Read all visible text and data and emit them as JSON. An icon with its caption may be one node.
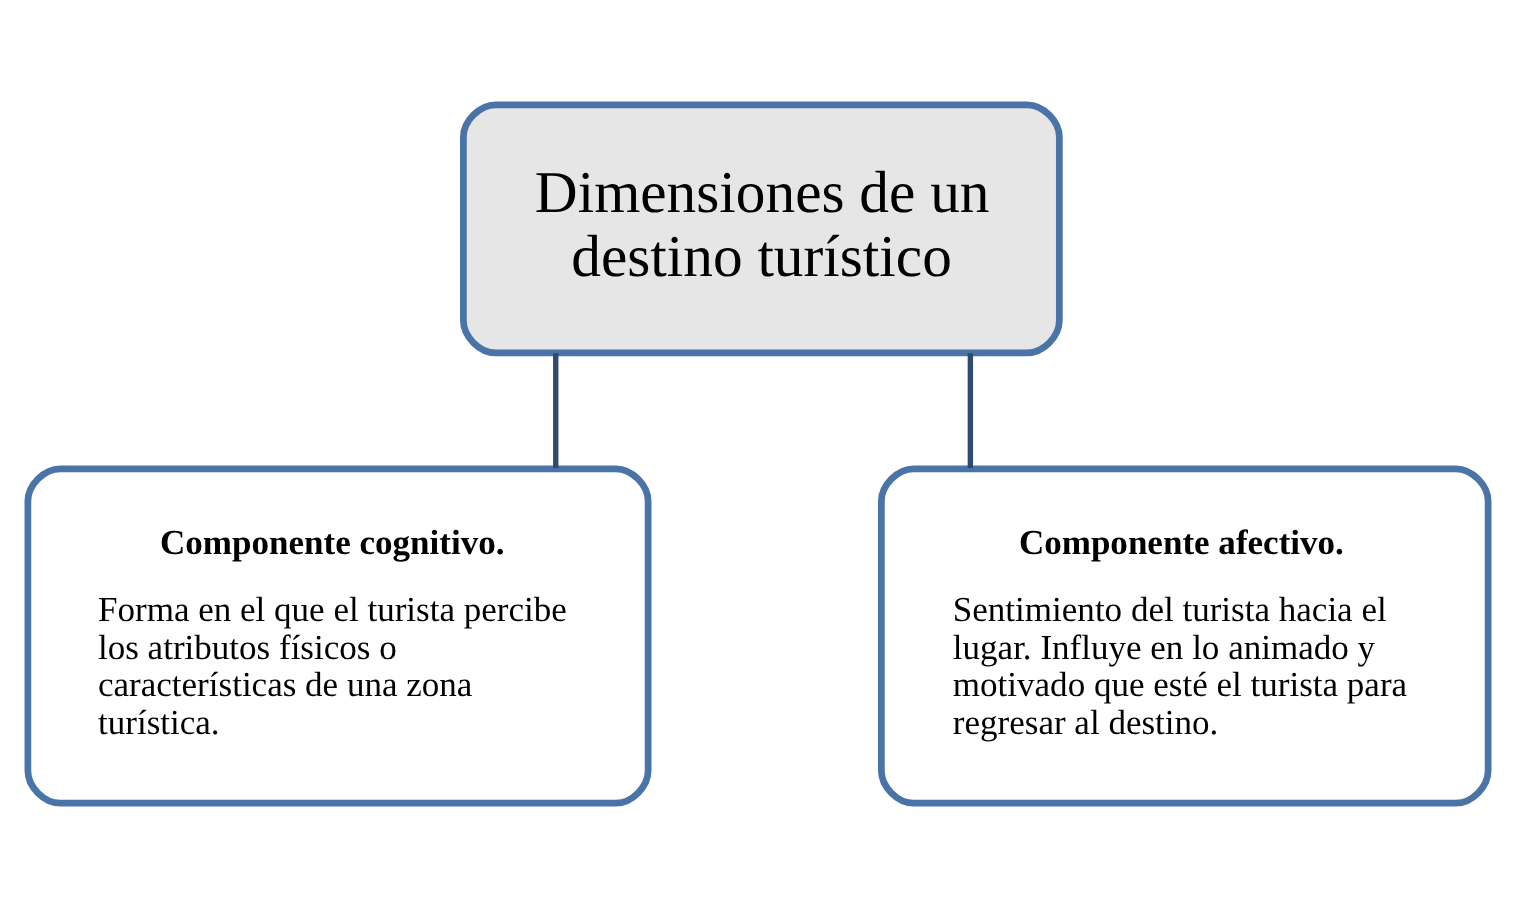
{
  "diagram": {
    "nodes": [
      {
        "text": [
          "Dimensiones de un destino turístico"
        ]
      },
      {
        "text": [
          "Componente cognitivo.",
          "Forma en el que el turista percibe los atributos físicos o características de una zona turística."
        ]
      },
      {
        "text": [
          "Componente afectivo.",
          "Sentimiento del turista hacia el lugar. Influye en lo animado y motivado que esté el turista para regresar al destino."
        ]
      }
    ],
    "edges": [
      {
        "from": 0,
        "to": 1,
        "arrow": "none"
      },
      {
        "from": 0,
        "to": 2,
        "arrow": "none"
      }
    ]
  }
}
